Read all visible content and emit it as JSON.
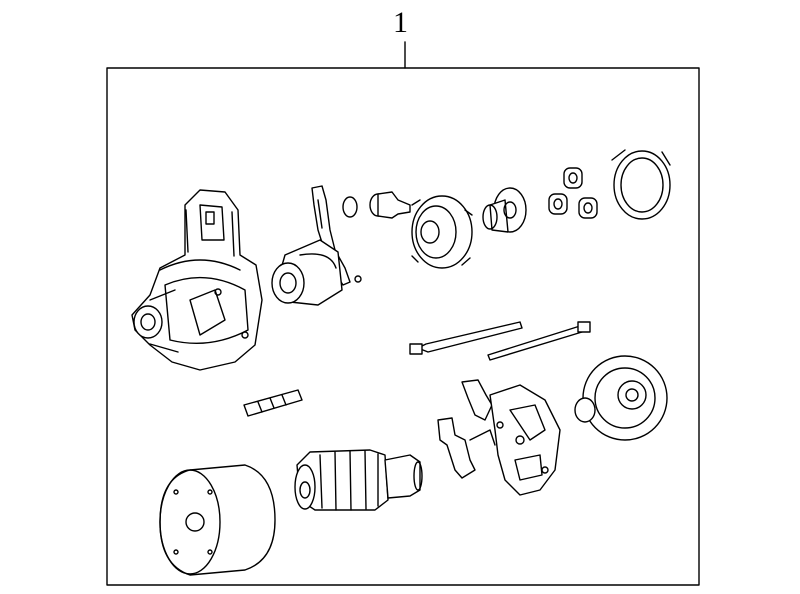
{
  "diagram": {
    "callout_number": "1",
    "parts": [
      "drive-end-housing",
      "shift-lever",
      "o-ring",
      "pinion-drive",
      "planetary-gear-set",
      "ring-gear",
      "pinion-shaft",
      "planet-gears",
      "cover-gasket",
      "through-bolts",
      "pin",
      "brush-holder",
      "brush-plate",
      "commutator-end-frame",
      "armature",
      "field-frame-yoke"
    ]
  }
}
